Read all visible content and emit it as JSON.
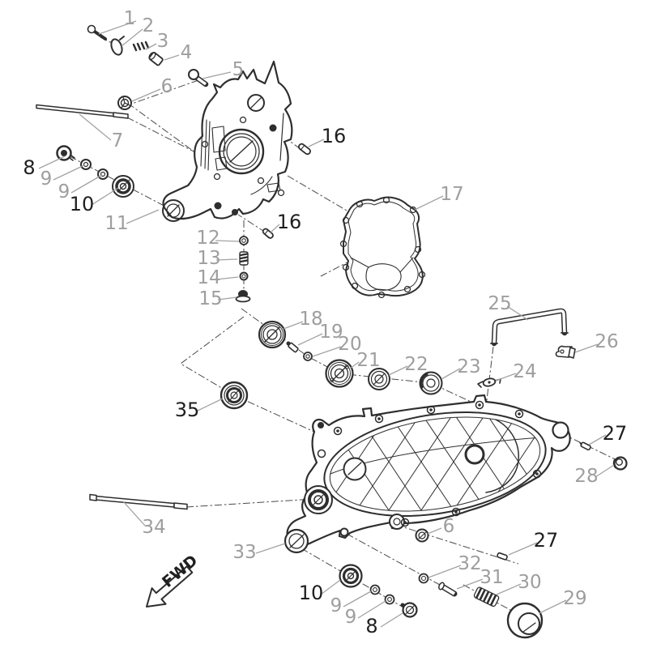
{
  "diagram": {
    "direction_label": "FWD",
    "colors": {
      "background": "#ffffff",
      "line": "#2e2e2e",
      "leader": "#a3a3a3",
      "callout_gray": "#9e9e9e",
      "callout_dark": "#1f1f1f"
    },
    "callouts": [
      {
        "label": "1",
        "tone": "gray"
      },
      {
        "label": "2",
        "tone": "gray"
      },
      {
        "label": "3",
        "tone": "gray"
      },
      {
        "label": "4",
        "tone": "gray"
      },
      {
        "label": "5",
        "tone": "gray"
      },
      {
        "label": "6",
        "tone": "gray"
      },
      {
        "label": "7",
        "tone": "gray"
      },
      {
        "label": "8",
        "tone": "dark"
      },
      {
        "label": "9",
        "tone": "gray"
      },
      {
        "label": "9",
        "tone": "gray"
      },
      {
        "label": "10",
        "tone": "dark"
      },
      {
        "label": "11",
        "tone": "gray"
      },
      {
        "label": "12",
        "tone": "gray"
      },
      {
        "label": "13",
        "tone": "gray"
      },
      {
        "label": "14",
        "tone": "gray"
      },
      {
        "label": "15",
        "tone": "gray"
      },
      {
        "label": "16",
        "tone": "dark"
      },
      {
        "label": "16",
        "tone": "dark"
      },
      {
        "label": "17",
        "tone": "gray"
      },
      {
        "label": "18",
        "tone": "gray"
      },
      {
        "label": "19",
        "tone": "gray"
      },
      {
        "label": "20",
        "tone": "gray"
      },
      {
        "label": "21",
        "tone": "gray"
      },
      {
        "label": "22",
        "tone": "gray"
      },
      {
        "label": "23",
        "tone": "gray"
      },
      {
        "label": "24",
        "tone": "gray"
      },
      {
        "label": "25",
        "tone": "gray"
      },
      {
        "label": "26",
        "tone": "gray"
      },
      {
        "label": "27",
        "tone": "dark"
      },
      {
        "label": "28",
        "tone": "gray"
      },
      {
        "label": "29",
        "tone": "gray"
      },
      {
        "label": "30",
        "tone": "gray"
      },
      {
        "label": "31",
        "tone": "gray"
      },
      {
        "label": "32",
        "tone": "gray"
      },
      {
        "label": "27",
        "tone": "dark"
      },
      {
        "label": "33",
        "tone": "gray"
      },
      {
        "label": "34",
        "tone": "gray"
      },
      {
        "label": "35",
        "tone": "dark"
      },
      {
        "label": "6",
        "tone": "gray"
      },
      {
        "label": "10",
        "tone": "dark"
      },
      {
        "label": "9",
        "tone": "gray"
      },
      {
        "label": "9",
        "tone": "gray"
      },
      {
        "label": "8",
        "tone": "dark"
      }
    ],
    "parts": [
      {
        "callout": "1",
        "icon": "screw-icon"
      },
      {
        "callout": "2",
        "icon": "hook-clip-icon"
      },
      {
        "callout": "3",
        "icon": "spring-icon"
      },
      {
        "callout": "4",
        "icon": "roller-pin-icon"
      },
      {
        "callout": "5",
        "icon": "bolt-icon"
      },
      {
        "callout": "6",
        "icon": "nut-icon"
      },
      {
        "callout": "7",
        "icon": "rod-icon"
      },
      {
        "callout": "8",
        "icon": "drain-bolt-icon"
      },
      {
        "callout": "9",
        "icon": "washer-icon"
      },
      {
        "callout": "10",
        "icon": "bushing-seal-icon"
      },
      {
        "callout": "11",
        "icon": "crankcase-right-half"
      },
      {
        "callout": "12",
        "icon": "nut-icon"
      },
      {
        "callout": "13",
        "icon": "spring-icon"
      },
      {
        "callout": "14",
        "icon": "o-ring-icon"
      },
      {
        "callout": "15",
        "icon": "plug-icon"
      },
      {
        "callout": "16",
        "icon": "stud-bolt-icon"
      },
      {
        "callout": "17",
        "icon": "gasket-outline"
      },
      {
        "callout": "18",
        "icon": "bearing-icon"
      },
      {
        "callout": "19",
        "icon": "pin-icon"
      },
      {
        "callout": "20",
        "icon": "washer-icon"
      },
      {
        "callout": "21",
        "icon": "bearing-icon"
      },
      {
        "callout": "22",
        "icon": "bearing-icon"
      },
      {
        "callout": "23",
        "icon": "bearing-icon"
      },
      {
        "callout": "24",
        "icon": "clamp-icon"
      },
      {
        "callout": "25",
        "icon": "breather-pipe-icon"
      },
      {
        "callout": "26",
        "icon": "clip-icon"
      },
      {
        "callout": "27",
        "icon": "dowel-pin-icon"
      },
      {
        "callout": "28",
        "icon": "cap-icon"
      },
      {
        "callout": "29",
        "icon": "roller-cup-icon"
      },
      {
        "callout": "30",
        "icon": "spring-icon"
      },
      {
        "callout": "31",
        "icon": "bolt-icon"
      },
      {
        "callout": "32",
        "icon": "washer-icon"
      },
      {
        "callout": "33",
        "icon": "crankcase-left-half"
      },
      {
        "callout": "34",
        "icon": "dowel-rod-icon"
      },
      {
        "callout": "35",
        "icon": "oil-seal-icon"
      }
    ]
  }
}
